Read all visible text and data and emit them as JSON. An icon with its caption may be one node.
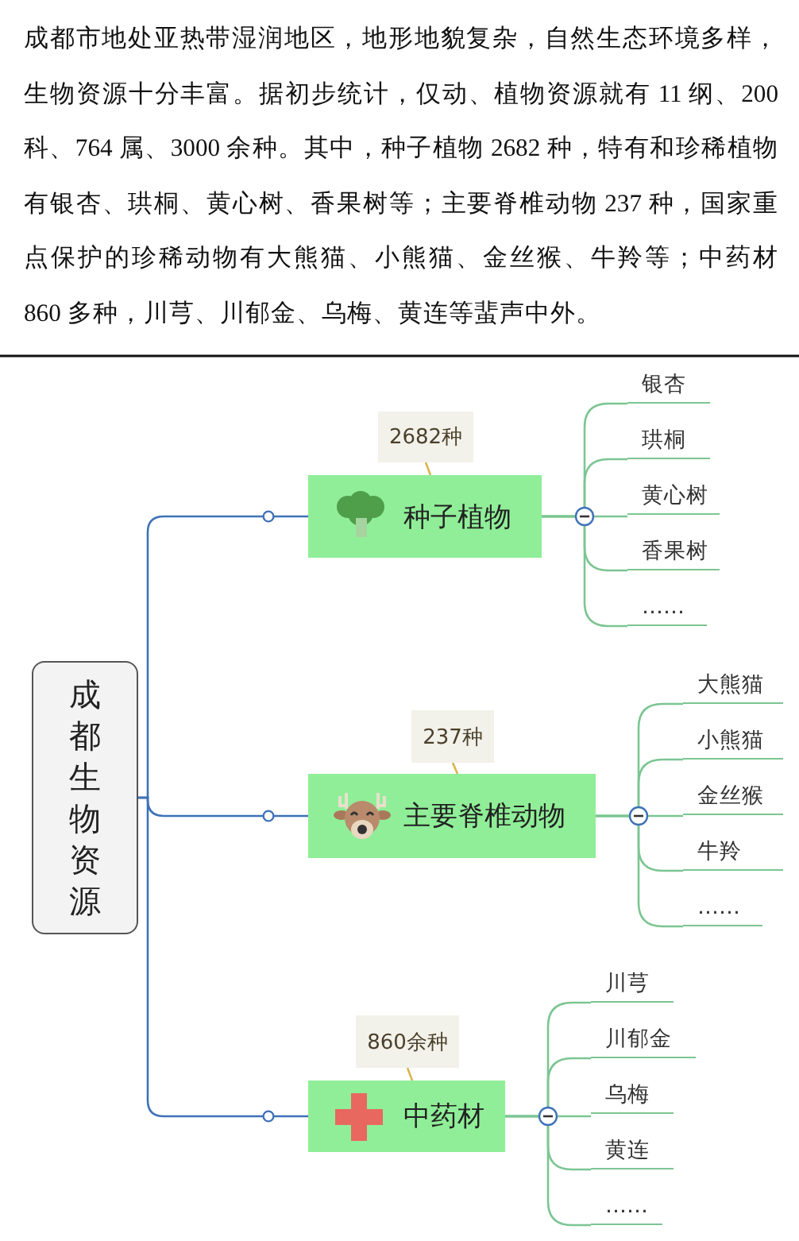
{
  "diagram": {
    "nodes": [
      {
        "text": [
          "成都生物资源"
        ]
      },
      {
        "text": [
          "种子植物"
        ]
      },
      {
        "text": [
          "2682种"
        ]
      },
      {
        "text": [
          "银杏"
        ]
      },
      {
        "text": [
          "珙桐"
        ]
      },
      {
        "text": [
          "黄心树"
        ]
      },
      {
        "text": [
          "香果树"
        ]
      },
      {
        "text": [
          "……"
        ]
      },
      {
        "text": [
          "主要脊椎动物"
        ]
      },
      {
        "text": [
          "237种"
        ]
      },
      {
        "text": [
          "大熊猫"
        ]
      },
      {
        "text": [
          "小熊猫"
        ]
      },
      {
        "text": [
          "金丝猴"
        ]
      },
      {
        "text": [
          "牛羚"
        ]
      },
      {
        "text": [
          "……"
        ]
      },
      {
        "text": [
          "中药材"
        ]
      },
      {
        "text": [
          "860余种"
        ]
      },
      {
        "text": [
          "川芎"
        ]
      },
      {
        "text": [
          "川郁金"
        ]
      },
      {
        "text": [
          "乌梅"
        ]
      },
      {
        "text": [
          "黄连"
        ]
      },
      {
        "text": [
          "……"
        ]
      }
    ],
    "edges": [
      {
        "from": 0,
        "to": 1,
        "arrow": "none"
      },
      {
        "from": 0,
        "to": 8,
        "arrow": "none"
      },
      {
        "from": 0,
        "to": 15,
        "arrow": "none"
      },
      {
        "from": 2,
        "to": 1,
        "arrow": "none",
        "color": "#d9b44a"
      },
      {
        "from": 9,
        "to": 8,
        "arrow": "none",
        "color": "#d9b44a"
      },
      {
        "from": 16,
        "to": 15,
        "arrow": "none",
        "color": "#d9b44a"
      },
      {
        "from": 1,
        "to": 3,
        "arrow": "none",
        "color": "#7cc592"
      },
      {
        "from": 1,
        "to": 4,
        "arrow": "none",
        "color": "#7cc592"
      },
      {
        "from": 1,
        "to": 5,
        "arrow": "none",
        "color": "#7cc592"
      },
      {
        "from": 1,
        "to": 6,
        "arrow": "none",
        "color": "#7cc592"
      },
      {
        "from": 1,
        "to": 7,
        "arrow": "none",
        "color": "#7cc592"
      },
      {
        "from": 8,
        "to": 10,
        "arrow": "none",
        "color": "#7cc592"
      },
      {
        "from": 8,
        "to": 11,
        "arrow": "none",
        "color": "#7cc592"
      },
      {
        "from": 8,
        "to": 12,
        "arrow": "none",
        "color": "#7cc592"
      },
      {
        "from": 8,
        "to": 13,
        "arrow": "none",
        "color": "#7cc592"
      },
      {
        "from": 8,
        "to": 14,
        "arrow": "none",
        "color": "#7cc592"
      },
      {
        "from": 15,
        "to": 17,
        "arrow": "none",
        "color": "#7cc592"
      },
      {
        "from": 15,
        "to": 18,
        "arrow": "none",
        "color": "#7cc592"
      },
      {
        "from": 15,
        "to": 19,
        "arrow": "none",
        "color": "#7cc592"
      },
      {
        "from": 15,
        "to": 20,
        "arrow": "none",
        "color": "#7cc592"
      },
      {
        "from": 15,
        "to": 21,
        "arrow": "none",
        "color": "#7cc592"
      }
    ],
    "labels": [
      "成都市地处亚热带湿润地区，地形地貌复杂，自然生态环境多样，生物资源十分丰富。据初步统计，仅动、植物资源就有 11 纲、200 科、764 属、3000 余种。其中，种子植物 2682 种，特有和珍稀植物有银杏、珙桐、黄心树、香果树等；主要脊椎动物 237 种，国家重点保护的珍稀动物有大熊猫、小熊猫、金丝猴、牛羚等；中药材 860 多种，川芎、川郁金、乌梅、黄连等蜚声中外。"
    ]
  }
}
